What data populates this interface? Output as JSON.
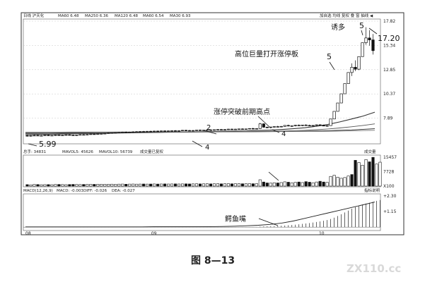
{
  "header": {
    "left": "日线 沪天化",
    "ma_legend": [
      {
        "text": "MA60 6.48"
      },
      {
        "text": "MA250 6.36"
      },
      {
        "text": "MA120 6.48"
      },
      {
        "text": "MA60 6.54"
      },
      {
        "text": "MA30 6.93"
      }
    ],
    "right": "加自选 均线 复权 叠 窗 抽线 ◀"
  },
  "volume_header": {
    "items": [
      "总手: 34831",
      "MAVOL5: 45626",
      "MAVOL10: 56739",
      "成交量已复权"
    ],
    "right_label": "成交量"
  },
  "macd_header": {
    "items": [
      "MACD(12,26,9)",
      "MACD: -0.003",
      "DIFF: -0.026",
      "DEA: -0.027"
    ],
    "right_label": "指标说明"
  },
  "annotations": {
    "low_price": "5.99",
    "high_price": "17.20",
    "label_2": "2",
    "label_4a": "4",
    "label_4b": "4",
    "label_5a": "5",
    "label_5b": "5",
    "breakout": "涨停突破前期高点",
    "limit_open": "高位巨量打开涨停板",
    "lure": "诱多",
    "crocodile": "鳄鱼嘴"
  },
  "caption": "图 8—13",
  "watermark": "ZX110.cc",
  "chart_data": [
    {
      "type": "candlestick",
      "title": "",
      "y_ticks": [
        "17.82",
        "15.34",
        "12.85",
        "10.37",
        "7.89"
      ],
      "ylim": [
        5.4,
        17.82
      ],
      "x_ticks": [
        "08",
        "09",
        "10"
      ],
      "candles": [
        {
          "o": 6.1,
          "h": 6.2,
          "l": 6.0,
          "c": 6.05
        },
        {
          "o": 6.05,
          "h": 6.15,
          "l": 5.99,
          "c": 6.1
        },
        {
          "o": 6.1,
          "h": 6.2,
          "l": 6.05,
          "c": 6.12
        },
        {
          "o": 6.12,
          "h": 6.2,
          "l": 6.05,
          "c": 6.08
        },
        {
          "o": 6.08,
          "h": 6.15,
          "l": 6.02,
          "c": 6.1
        },
        {
          "o": 6.1,
          "h": 6.18,
          "l": 6.05,
          "c": 6.14
        },
        {
          "o": 6.14,
          "h": 6.2,
          "l": 6.08,
          "c": 6.1
        },
        {
          "o": 6.1,
          "h": 6.16,
          "l": 6.04,
          "c": 6.12
        },
        {
          "o": 6.12,
          "h": 6.2,
          "l": 6.08,
          "c": 6.16
        },
        {
          "o": 6.16,
          "h": 6.22,
          "l": 6.1,
          "c": 6.12
        },
        {
          "o": 6.12,
          "h": 6.18,
          "l": 6.06,
          "c": 6.14
        },
        {
          "o": 6.14,
          "h": 6.22,
          "l": 6.1,
          "c": 6.18
        },
        {
          "o": 6.18,
          "h": 6.24,
          "l": 6.12,
          "c": 6.15
        },
        {
          "o": 6.15,
          "h": 6.2,
          "l": 6.08,
          "c": 6.12
        },
        {
          "o": 6.12,
          "h": 6.18,
          "l": 6.06,
          "c": 6.16
        },
        {
          "o": 6.16,
          "h": 6.24,
          "l": 6.12,
          "c": 6.2
        },
        {
          "o": 6.2,
          "h": 6.26,
          "l": 6.14,
          "c": 6.18
        },
        {
          "o": 6.18,
          "h": 6.24,
          "l": 6.12,
          "c": 6.22
        },
        {
          "o": 6.22,
          "h": 6.3,
          "l": 6.18,
          "c": 6.26
        },
        {
          "o": 6.26,
          "h": 6.32,
          "l": 6.2,
          "c": 6.24
        },
        {
          "o": 6.24,
          "h": 6.3,
          "l": 6.18,
          "c": 6.28
        },
        {
          "o": 6.28,
          "h": 6.34,
          "l": 6.22,
          "c": 6.3
        },
        {
          "o": 6.3,
          "h": 6.36,
          "l": 6.24,
          "c": 6.32
        },
        {
          "o": 6.32,
          "h": 6.4,
          "l": 6.28,
          "c": 6.36
        },
        {
          "o": 6.36,
          "h": 6.42,
          "l": 6.3,
          "c": 6.38
        },
        {
          "o": 6.38,
          "h": 6.44,
          "l": 6.32,
          "c": 6.4
        },
        {
          "o": 6.4,
          "h": 6.48,
          "l": 6.34,
          "c": 6.42
        },
        {
          "o": 6.42,
          "h": 6.5,
          "l": 6.36,
          "c": 6.46
        },
        {
          "o": 6.46,
          "h": 6.52,
          "l": 6.4,
          "c": 6.44
        },
        {
          "o": 6.44,
          "h": 6.5,
          "l": 6.38,
          "c": 6.46
        },
        {
          "o": 6.46,
          "h": 6.54,
          "l": 6.4,
          "c": 6.48
        },
        {
          "o": 6.48,
          "h": 6.56,
          "l": 6.42,
          "c": 6.5
        },
        {
          "o": 6.5,
          "h": 6.56,
          "l": 6.44,
          "c": 6.52
        },
        {
          "o": 6.52,
          "h": 6.58,
          "l": 6.46,
          "c": 6.5
        },
        {
          "o": 6.5,
          "h": 6.56,
          "l": 6.44,
          "c": 6.54
        },
        {
          "o": 6.54,
          "h": 6.6,
          "l": 6.48,
          "c": 6.52
        },
        {
          "o": 6.52,
          "h": 6.6,
          "l": 6.46,
          "c": 6.56
        },
        {
          "o": 6.56,
          "h": 6.62,
          "l": 6.5,
          "c": 6.54
        },
        {
          "o": 6.54,
          "h": 6.6,
          "l": 6.48,
          "c": 6.58
        },
        {
          "o": 6.58,
          "h": 6.64,
          "l": 6.52,
          "c": 6.56
        },
        {
          "o": 6.56,
          "h": 6.62,
          "l": 6.5,
          "c": 6.58
        },
        {
          "o": 6.58,
          "h": 6.64,
          "l": 6.52,
          "c": 6.6
        },
        {
          "o": 6.6,
          "h": 6.66,
          "l": 6.54,
          "c": 6.58
        },
        {
          "o": 6.58,
          "h": 6.64,
          "l": 6.52,
          "c": 6.6
        },
        {
          "o": 6.6,
          "h": 6.68,
          "l": 6.56,
          "c": 6.64
        },
        {
          "o": 6.64,
          "h": 6.7,
          "l": 6.58,
          "c": 6.62
        },
        {
          "o": 6.62,
          "h": 6.68,
          "l": 6.56,
          "c": 6.6
        },
        {
          "o": 6.6,
          "h": 6.66,
          "l": 6.54,
          "c": 6.62
        },
        {
          "o": 6.62,
          "h": 6.7,
          "l": 6.58,
          "c": 6.66
        },
        {
          "o": 6.66,
          "h": 6.72,
          "l": 6.6,
          "c": 6.64
        },
        {
          "o": 6.64,
          "h": 6.7,
          "l": 6.58,
          "c": 6.66
        },
        {
          "o": 6.66,
          "h": 6.72,
          "l": 6.6,
          "c": 6.68
        },
        {
          "o": 6.68,
          "h": 6.74,
          "l": 6.62,
          "c": 6.66
        },
        {
          "o": 6.66,
          "h": 6.72,
          "l": 6.6,
          "c": 6.7
        },
        {
          "o": 6.7,
          "h": 6.76,
          "l": 6.64,
          "c": 6.72
        },
        {
          "o": 6.72,
          "h": 6.78,
          "l": 6.66,
          "c": 6.7
        },
        {
          "o": 6.7,
          "h": 6.76,
          "l": 6.64,
          "c": 6.72
        },
        {
          "o": 6.72,
          "h": 6.8,
          "l": 6.68,
          "c": 6.76
        },
        {
          "o": 6.76,
          "h": 6.82,
          "l": 6.7,
          "c": 6.74
        },
        {
          "o": 6.74,
          "h": 6.8,
          "l": 6.68,
          "c": 6.76
        },
        {
          "o": 6.76,
          "h": 6.82,
          "l": 6.7,
          "c": 6.78
        },
        {
          "o": 6.78,
          "h": 6.84,
          "l": 6.72,
          "c": 6.76
        },
        {
          "o": 6.76,
          "h": 6.82,
          "l": 6.7,
          "c": 6.78
        },
        {
          "o": 6.78,
          "h": 6.86,
          "l": 6.74,
          "c": 6.82
        },
        {
          "o": 6.82,
          "h": 6.9,
          "l": 6.76,
          "c": 6.8
        },
        {
          "o": 6.8,
          "h": 6.86,
          "l": 6.74,
          "c": 6.82
        },
        {
          "o": 6.82,
          "h": 7.4,
          "l": 6.78,
          "c": 7.3
        },
        {
          "o": 7.3,
          "h": 7.36,
          "l": 6.9,
          "c": 6.96
        },
        {
          "o": 6.96,
          "h": 7.02,
          "l": 6.86,
          "c": 6.92
        },
        {
          "o": 6.92,
          "h": 7.0,
          "l": 6.84,
          "c": 6.98
        },
        {
          "o": 6.98,
          "h": 7.06,
          "l": 6.92,
          "c": 7.02
        },
        {
          "o": 7.02,
          "h": 7.1,
          "l": 6.96,
          "c": 7.0
        },
        {
          "o": 7.0,
          "h": 7.08,
          "l": 6.94,
          "c": 7.04
        },
        {
          "o": 7.04,
          "h": 7.18,
          "l": 7.0,
          "c": 7.14
        },
        {
          "o": 7.14,
          "h": 7.22,
          "l": 7.04,
          "c": 7.08
        },
        {
          "o": 7.08,
          "h": 7.14,
          "l": 7.0,
          "c": 7.1
        },
        {
          "o": 7.1,
          "h": 7.2,
          "l": 7.04,
          "c": 7.16
        },
        {
          "o": 7.16,
          "h": 7.24,
          "l": 7.08,
          "c": 7.12
        },
        {
          "o": 7.12,
          "h": 7.2,
          "l": 7.06,
          "c": 7.18
        },
        {
          "o": 7.18,
          "h": 7.26,
          "l": 7.1,
          "c": 7.14
        },
        {
          "o": 7.14,
          "h": 7.22,
          "l": 7.06,
          "c": 7.1
        },
        {
          "o": 7.1,
          "h": 7.18,
          "l": 7.02,
          "c": 7.14
        },
        {
          "o": 7.14,
          "h": 7.24,
          "l": 7.1,
          "c": 7.2
        },
        {
          "o": 7.2,
          "h": 7.28,
          "l": 7.12,
          "c": 7.16
        },
        {
          "o": 7.16,
          "h": 7.22,
          "l": 7.06,
          "c": 7.08
        },
        {
          "o": 7.08,
          "h": 7.16,
          "l": 7.0,
          "c": 7.12
        },
        {
          "o": 7.12,
          "h": 7.82,
          "l": 7.1,
          "c": 7.8
        },
        {
          "o": 7.8,
          "h": 8.58,
          "l": 7.8,
          "c": 8.58
        },
        {
          "o": 8.58,
          "h": 9.44,
          "l": 8.58,
          "c": 9.44
        },
        {
          "o": 9.44,
          "h": 10.38,
          "l": 9.44,
          "c": 10.38
        },
        {
          "o": 10.38,
          "h": 11.42,
          "l": 10.38,
          "c": 11.42
        },
        {
          "o": 11.42,
          "h": 12.56,
          "l": 11.42,
          "c": 12.56
        },
        {
          "o": 12.56,
          "h": 13.5,
          "l": 12.2,
          "c": 13.1
        },
        {
          "o": 13.1,
          "h": 13.8,
          "l": 12.7,
          "c": 12.9
        },
        {
          "o": 12.9,
          "h": 14.2,
          "l": 12.8,
          "c": 14.19
        },
        {
          "o": 14.19,
          "h": 15.61,
          "l": 14.19,
          "c": 15.61
        },
        {
          "o": 15.61,
          "h": 17.2,
          "l": 15.4,
          "c": 16.1
        },
        {
          "o": 16.1,
          "h": 16.9,
          "l": 15.3,
          "c": 15.9
        },
        {
          "o": 15.9,
          "h": 16.5,
          "l": 14.4,
          "c": 14.8
        }
      ],
      "ma_lines": {
        "ma_a": [
          6.2,
          6.22,
          6.24,
          6.26,
          6.28,
          6.3,
          6.32,
          6.34,
          6.36,
          6.38,
          6.4,
          6.42,
          6.44,
          6.46,
          6.48,
          6.5,
          6.52,
          6.54,
          6.56,
          6.58,
          6.62,
          6.66,
          6.72,
          6.8,
          6.9,
          7.05,
          7.25,
          7.5,
          7.8,
          8.1,
          8.5
        ],
        "ma_b": [
          6.3,
          6.31,
          6.32,
          6.33,
          6.34,
          6.35,
          6.36,
          6.37,
          6.38,
          6.4,
          6.41,
          6.42,
          6.43,
          6.44,
          6.45,
          6.46,
          6.47,
          6.48,
          6.49,
          6.5,
          6.52,
          6.54,
          6.56,
          6.6,
          6.64,
          6.7,
          6.78,
          6.88,
          7.0,
          7.14,
          7.3
        ],
        "ma_c": [
          6.4,
          6.4,
          6.41,
          6.41,
          6.42,
          6.42,
          6.43,
          6.43,
          6.44,
          6.44,
          6.45,
          6.45,
          6.46,
          6.46,
          6.47,
          6.47,
          6.48,
          6.48,
          6.49,
          6.49,
          6.5,
          6.51,
          6.52,
          6.53,
          6.55,
          6.57,
          6.6,
          6.64,
          6.68,
          6.74,
          6.8
        ],
        "ma_d": [
          6.45,
          6.45,
          6.45,
          6.45,
          6.46,
          6.46,
          6.46,
          6.46,
          6.47,
          6.47,
          6.47,
          6.47,
          6.48,
          6.48,
          6.48,
          6.48,
          6.49,
          6.49,
          6.49,
          6.49,
          6.5,
          6.5,
          6.51,
          6.51,
          6.52,
          6.53,
          6.54,
          6.56,
          6.58,
          6.61,
          6.64
        ]
      }
    },
    {
      "type": "bar",
      "title": "成交量",
      "y_ticks": [
        "15457",
        "7728",
        "X100"
      ],
      "ylim": [
        0,
        15457
      ],
      "values": [
        800,
        700,
        900,
        850,
        750,
        800,
        820,
        760,
        880,
        900,
        840,
        780,
        860,
        920,
        880,
        840,
        900,
        960,
        1000,
        940,
        980,
        1020,
        960,
        1000,
        1040,
        980,
        1060,
        1100,
        1020,
        1080,
        1120,
        1060,
        1100,
        1140,
        1080,
        1120,
        1160,
        1100,
        1140,
        1180,
        1120,
        1160,
        1200,
        1140,
        1180,
        1220,
        1160,
        1200,
        1240,
        1180,
        1220,
        1260,
        1200,
        1240,
        1280,
        1220,
        1260,
        1300,
        1240,
        1280,
        1320,
        1260,
        1300,
        1340,
        1280,
        1320,
        3400,
        2200,
        1700,
        1600,
        1800,
        1700,
        1900,
        2300,
        2100,
        1800,
        2000,
        2200,
        1900,
        2400,
        2100,
        1800,
        2200,
        2600,
        2200,
        2000,
        5200,
        5800,
        4800,
        4200,
        4600,
        5400,
        6200,
        13800,
        12600,
        11200,
        14200,
        13000,
        15400,
        11800,
        12800
      ]
    },
    {
      "type": "bar",
      "title": "MACD(12,26,9)",
      "y_ticks": [
        "+2.30",
        "+1.15"
      ],
      "ylim": [
        -0.2,
        2.3
      ],
      "values": [
        0.01,
        0.01,
        0.01,
        0.01,
        0.01,
        0.01,
        0.01,
        0.01,
        0.01,
        0.01,
        0.01,
        0.01,
        0.01,
        0.01,
        0.01,
        0.01,
        0.01,
        0.01,
        0.01,
        0.01,
        0.01,
        0.01,
        0.01,
        0.01,
        0.01,
        0.01,
        0.01,
        0.01,
        0.01,
        0.01,
        0.01,
        0.01,
        0.01,
        0.01,
        0.01,
        0.01,
        0.01,
        0.01,
        0.01,
        0.01,
        0.01,
        0.01,
        0.01,
        0.01,
        0.01,
        0.01,
        0.01,
        0.01,
        0.01,
        0.01,
        0.01,
        0.01,
        0.01,
        0.01,
        0.01,
        0.01,
        0.01,
        0.01,
        0.01,
        0.01,
        0.01,
        0.01,
        0.01,
        0.01,
        0.01,
        0.01,
        0.04,
        0.05,
        0.06,
        0.07,
        0.08,
        0.09,
        0.1,
        0.12,
        0.14,
        0.16,
        0.18,
        0.21,
        0.24,
        0.27,
        0.3,
        0.34,
        0.38,
        0.42,
        0.47,
        0.52,
        0.6,
        0.7,
        0.82,
        0.95,
        1.08,
        1.22,
        1.36,
        1.48,
        1.58,
        1.66,
        1.74,
        1.8,
        1.88,
        1.94,
        2.0
      ],
      "line": [
        0.02,
        0.02,
        0.02,
        0.02,
        0.02,
        0.02,
        0.02,
        0.02,
        0.02,
        0.02,
        0.02,
        0.03,
        0.03,
        0.03,
        0.03,
        0.03,
        0.04,
        0.05,
        0.07,
        0.1,
        0.14,
        0.2,
        0.3,
        0.45,
        0.65,
        0.85,
        1.05,
        1.25,
        1.45,
        1.65,
        1.85
      ]
    }
  ]
}
